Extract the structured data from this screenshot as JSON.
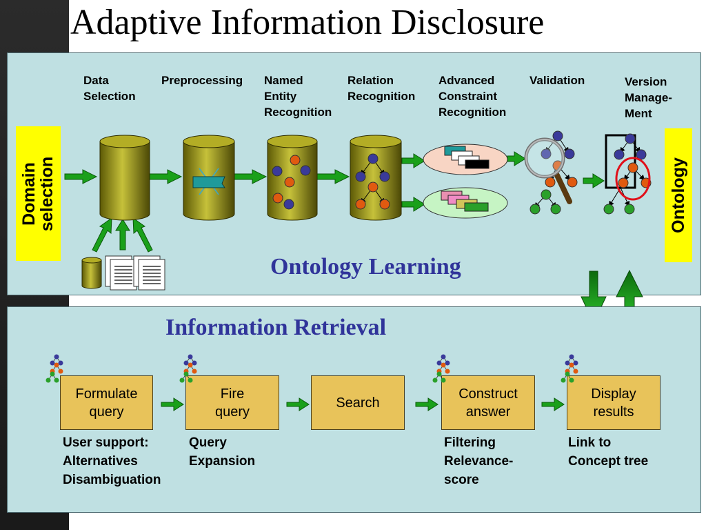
{
  "title": "Adaptive Information Disclosure",
  "top_panel": {
    "stages": [
      {
        "label": "Data\nSelection"
      },
      {
        "label": "Preprocessing"
      },
      {
        "label": "Named\nEntity\nRecognition"
      },
      {
        "label": "Relation\nRecognition"
      },
      {
        "label": "Advanced\nConstraint\nRecognition"
      },
      {
        "label": "Validation"
      },
      {
        "label": "Version\nManage-\nMent"
      }
    ],
    "left_bar": "Domain\nselection",
    "right_bar": "Ontology",
    "heading": "Ontology Learning"
  },
  "bottom_panel": {
    "heading": "Information Retrieval",
    "steps": [
      {
        "label": "Formulate\nquery"
      },
      {
        "label": "Fire\nquery"
      },
      {
        "label": "Search"
      },
      {
        "label": "Construct\nanswer"
      },
      {
        "label": "Display\nresults"
      }
    ],
    "notes": [
      "User support:\nAlternatives\nDisambiguation",
      "Query\nExpansion",
      "Filtering\nRelevance-\nscore",
      "Link to\nConcept tree"
    ]
  },
  "colors": {
    "panel": "#bfe0e2",
    "accent_yellow": "#ffff00",
    "arrow_green": "#1aa01a",
    "box_tan": "#e8c35a",
    "heading_blue": "#30349a",
    "node_blue": "#3a3a9a",
    "node_orange": "#e05a10",
    "node_green": "#2aa02a",
    "highlight_red": "#e0101a"
  }
}
